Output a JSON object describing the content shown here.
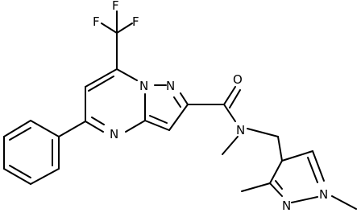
{
  "molecule": {
    "atom_labels": {
      "f_top": "F",
      "f_left": "F",
      "f_right": "F",
      "n_bridge": "N",
      "n_pyrazole": "N",
      "n_pyrimidine": "N",
      "o_carbonyl": "O",
      "n_amide": "N",
      "n_ring2": "N",
      "n_ring1": "N"
    }
  }
}
